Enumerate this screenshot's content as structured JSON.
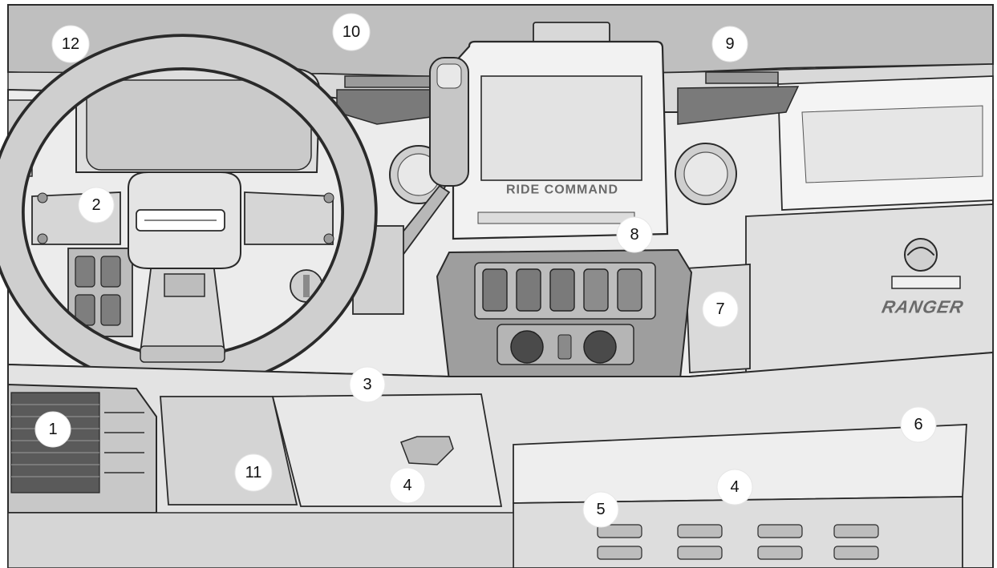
{
  "diagram": {
    "subject": "vehicle-dashboard-line-drawing",
    "background_color": "#ffffff",
    "line_color": "#2a2a2a",
    "callouts": [
      {
        "id": "c1",
        "label": "1"
      },
      {
        "id": "c2",
        "label": "2"
      },
      {
        "id": "c3",
        "label": "3"
      },
      {
        "id": "c4a",
        "label": "4"
      },
      {
        "id": "c4b",
        "label": "4"
      },
      {
        "id": "c5",
        "label": "5"
      },
      {
        "id": "c6",
        "label": "6"
      },
      {
        "id": "c7",
        "label": "7"
      },
      {
        "id": "c8",
        "label": "8"
      },
      {
        "id": "c9",
        "label": "9"
      },
      {
        "id": "c10",
        "label": "10"
      },
      {
        "id": "c11",
        "label": "11"
      },
      {
        "id": "c12",
        "label": "12"
      }
    ],
    "printed_text": {
      "display_brand": "RIDE COMMAND",
      "hood_badge": "RANGER"
    }
  }
}
